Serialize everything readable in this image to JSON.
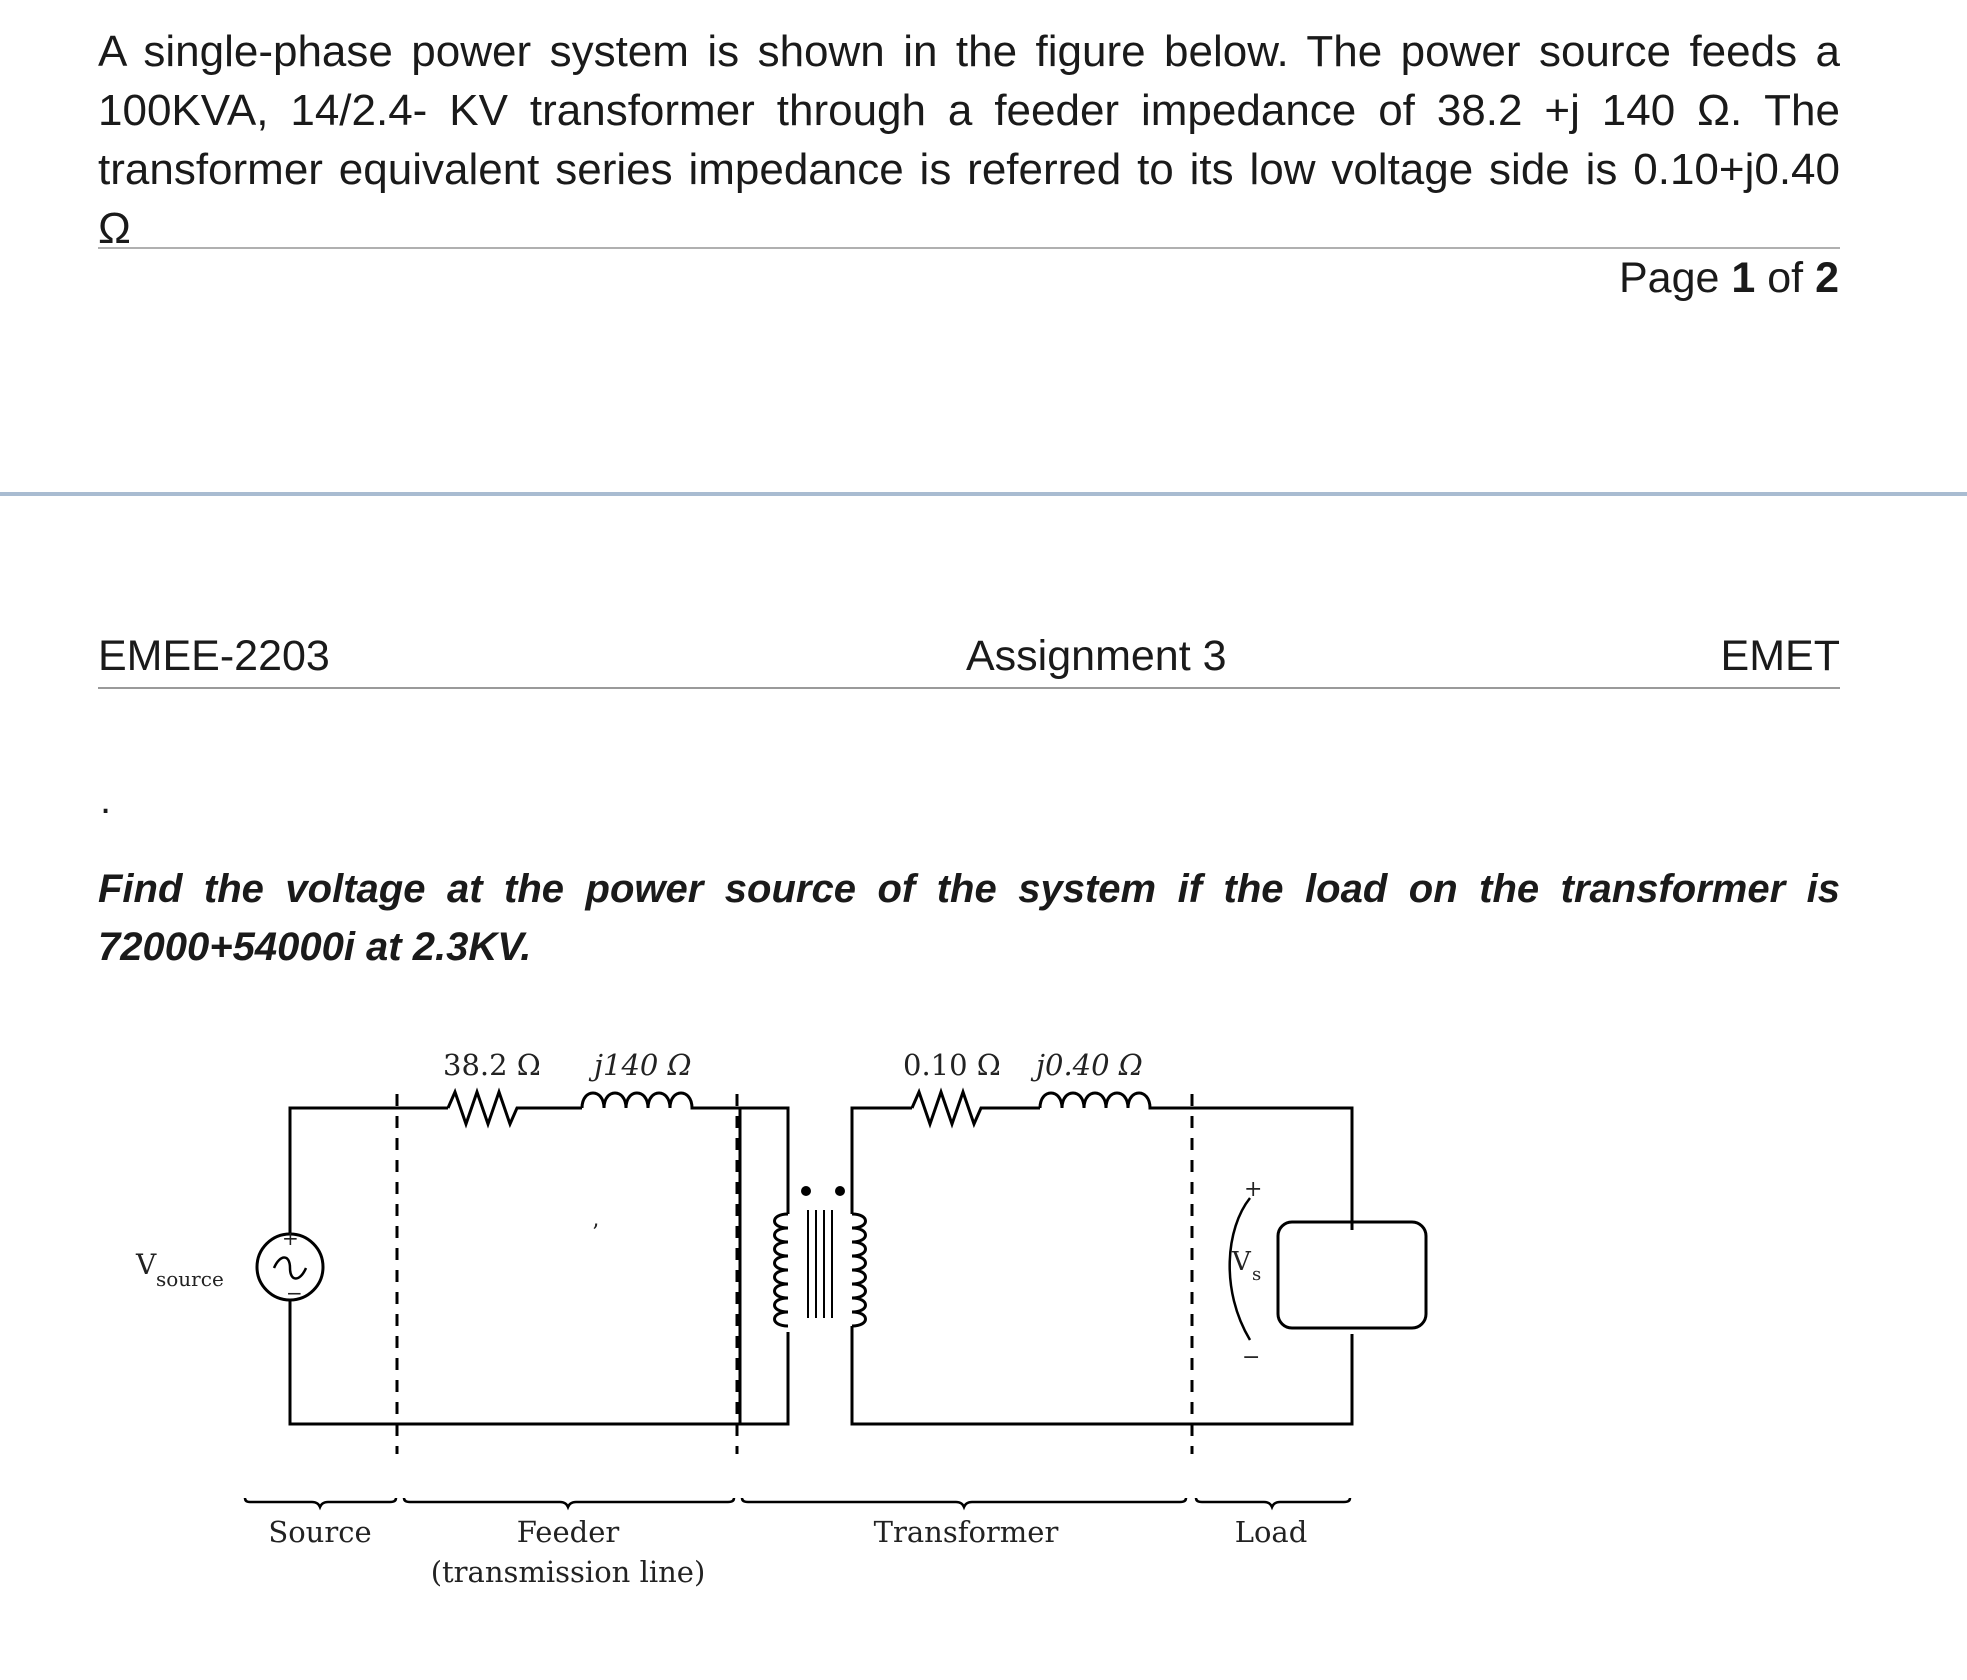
{
  "document": {
    "intro_text": "A single-phase power system is shown in the figure below. The power source feeds a 100KVA, 14/2.4- KV transformer through a feeder impedance of 38.2 +j 140 Ω. The transformer equivalent series impedance is referred to its low voltage side is 0.10+j0.40 Ω",
    "page_label": "Page",
    "page_current": "1",
    "page_of": "of",
    "page_total": "2",
    "course_code": "EMEE-2203",
    "assignment_title": "Assignment 3",
    "department": "EMET",
    "stray_dot": ".",
    "question_text": "Find the voltage at the power source of the system if the load on the transformer is 72000+54000i at 2.3KV."
  },
  "circuit": {
    "feeder_resistance": "38.2 Ω",
    "feeder_reactance": "j140 Ω",
    "transformer_resistance": "0.10 Ω",
    "transformer_reactance": "j0.40 Ω",
    "source_label_main": "V",
    "source_label_sub": "source",
    "load_voltage_main": "V",
    "load_voltage_sub": "s",
    "plus_sign": "+",
    "minus_sign": "−",
    "section_source": "Source",
    "section_feeder": "Feeder",
    "section_feeder_sub": "(transmission line)",
    "section_transformer": "Transformer",
    "section_load": "Load",
    "stray_mark": "’"
  }
}
